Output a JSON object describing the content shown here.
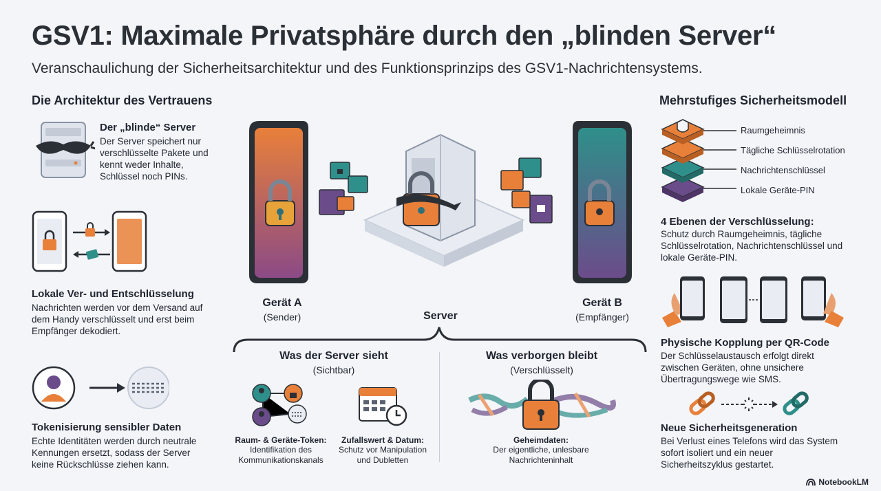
{
  "header": {
    "title": "GSV1: Maximale Privatsphäre durch den „blinden Server“",
    "subtitle": "Veranschaulichung der Sicherheitsarchitektur und des Funktionsprinzips des GSV1-Nachrichtensystems."
  },
  "left": {
    "heading": "Die Architektur des Vertrauens",
    "items": [
      {
        "title": "Der „blinde“ Server",
        "text": "Der Server speichert nur verschlüsselte Pakete und kennt weder Inhalte, Schlüssel noch PINs."
      },
      {
        "title": "Lokale Ver- und Entschlüsselung",
        "text": "Nachrichten werden vor dem Versand auf dem Handy verschlüsselt und erst beim Empfänger dekodiert."
      },
      {
        "title": "Tokenisierung sensibler Daten",
        "text": "Echte Identitäten werden durch neutrale Kennungen ersetzt, sodass der Server keine Rückschlüsse ziehen kann."
      }
    ]
  },
  "center": {
    "device_a": {
      "name": "Gerät A",
      "role": "(Sender)"
    },
    "device_b": {
      "name": "Gerät B",
      "role": "(Empfänger)"
    },
    "server_label": "Server",
    "visible": {
      "heading": "Was der Server sieht",
      "sub": "(Sichtbar)",
      "items": [
        {
          "title": "Raum- & Geräte-Token:",
          "text": "Identifikation des Kommunikationskanals"
        },
        {
          "title": "Zufallswert & Datum:",
          "text": "Schutz vor Manipulation und Dubletten"
        }
      ]
    },
    "hidden": {
      "heading": "Was verborgen bleibt",
      "sub": "(Verschlüsselt)",
      "items": [
        {
          "title": "Geheimdaten:",
          "text": "Der eigentliche, unlesbare Nachrichteninhalt"
        }
      ]
    }
  },
  "right": {
    "heading": "Mehrstufiges Sicherheitsmodell",
    "layers": [
      "Raumgeheimnis",
      "Tägliche Schlüsselrotation",
      "Nachrichtenschlüssel",
      "Lokale Geräte-PIN"
    ],
    "items": [
      {
        "title": "4 Ebenen der Verschlüsselung:",
        "text": "Schutz durch Raumgeheimnis, tägliche Schlüsselrotation, Nachrichtenschlüssel und lokale Geräte-PIN."
      },
      {
        "title": "Physische Kopplung per QR-Code",
        "text": "Der Schlüsselaustausch erfolgt direkt zwischen Geräten, ohne unsichere Übertragungswege wie SMS."
      },
      {
        "title": "Neue Sicherheitsgeneration",
        "text": "Bei Verlust eines Telefons wird das System sofort isoliert und ein neuer Sicherheitszyklus gestartet."
      }
    ]
  },
  "brand": "NotebookLM",
  "colors": {
    "orange": "#e8803a",
    "teal": "#2f8f8a",
    "purple": "#6b4c8a",
    "dark": "#2b2f36"
  }
}
